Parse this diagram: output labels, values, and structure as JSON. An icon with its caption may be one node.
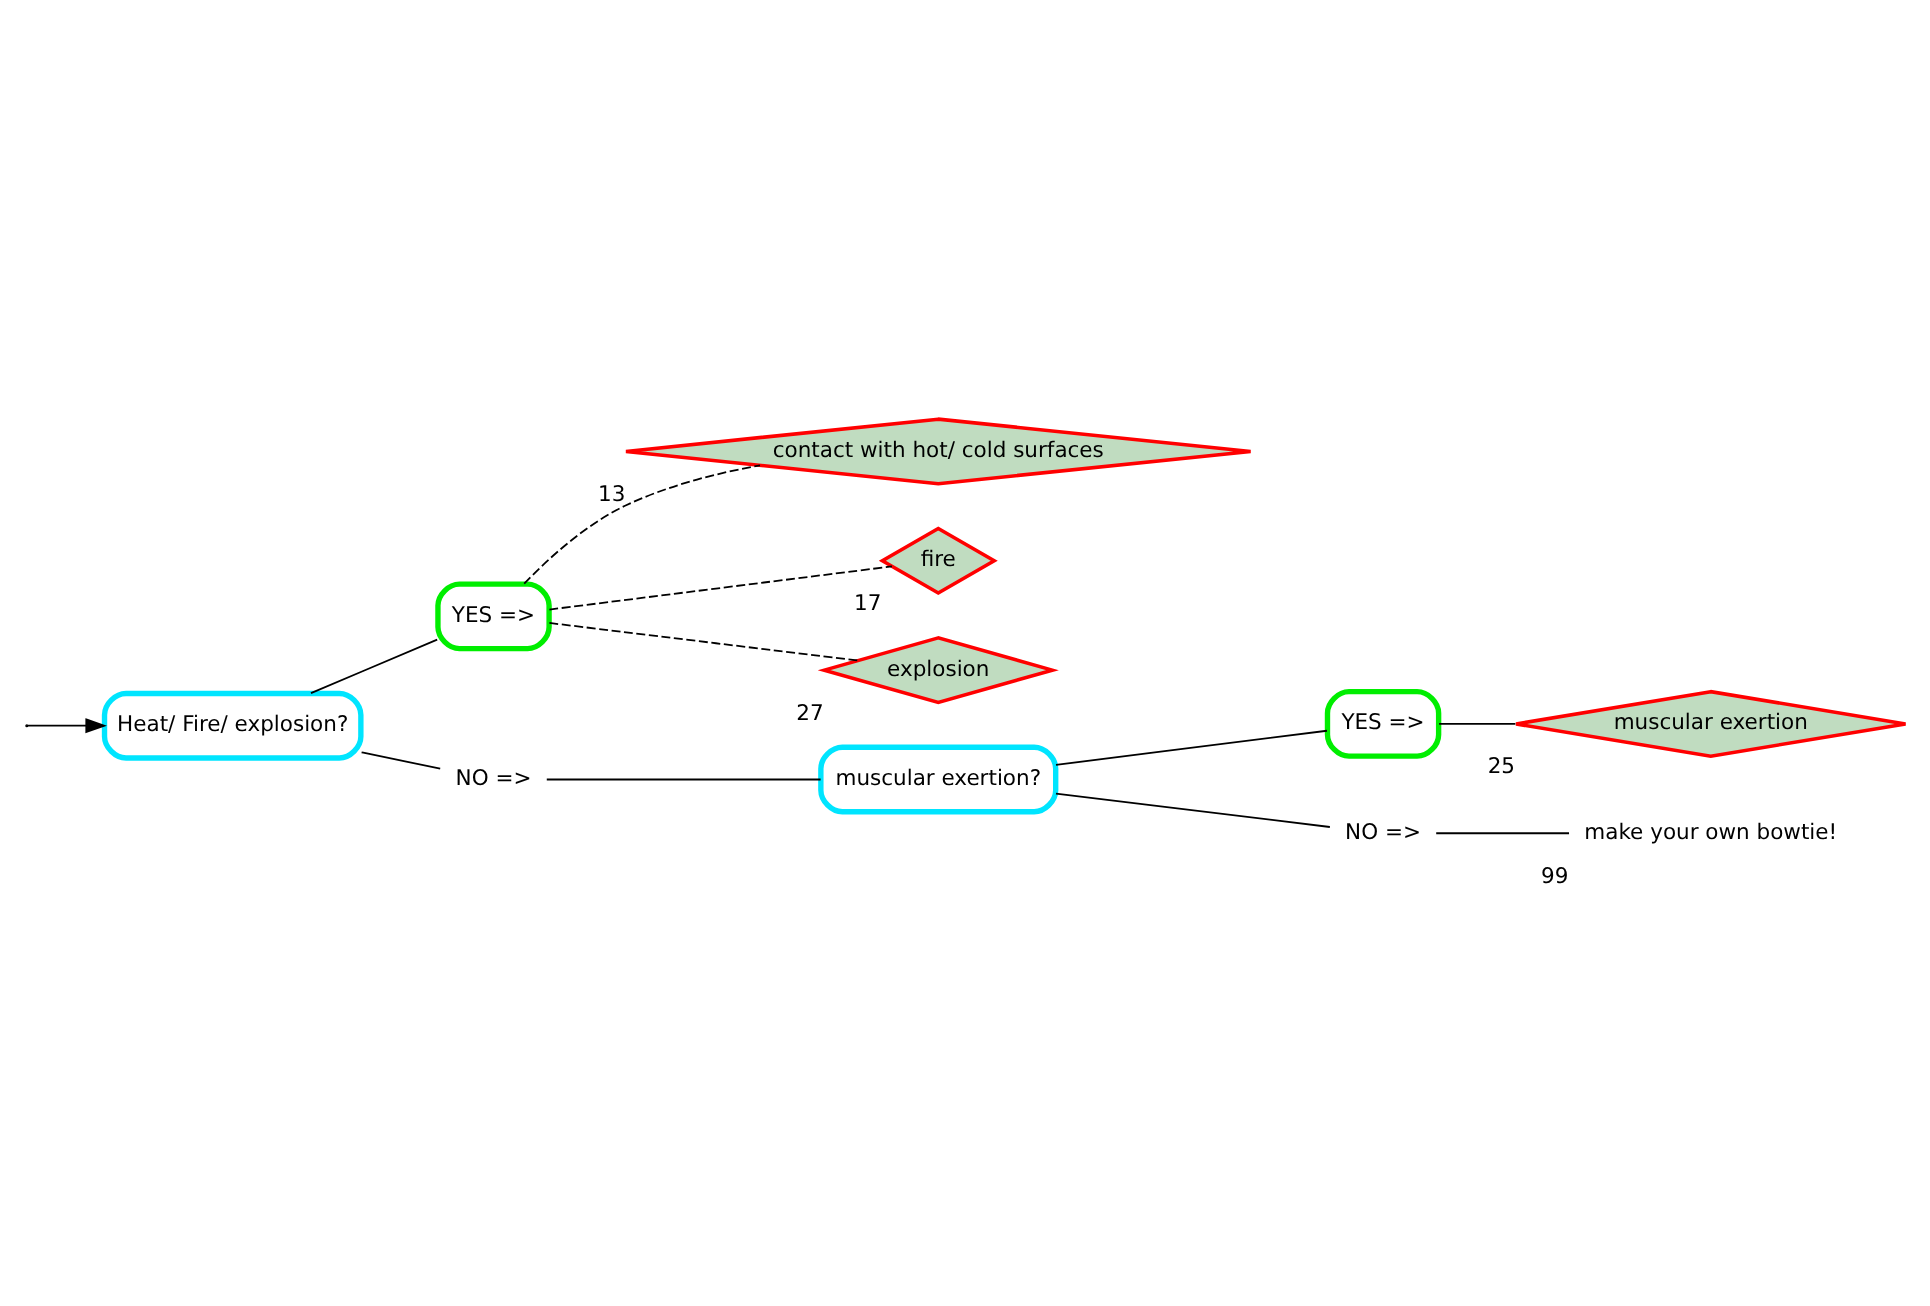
{
  "diagram": {
    "nodes": [
      {
        "text": [
          "Heat/ Fire/ explosion?"
        ]
      },
      {
        "text": [
          "YES =>"
        ]
      },
      {
        "text": [
          "contact with hot/ cold surfaces"
        ],
        "beside": [
          "13"
        ]
      },
      {
        "text": [
          "fire"
        ],
        "beside": [
          "17"
        ]
      },
      {
        "text": [
          "explosion"
        ],
        "beside": [
          "27"
        ]
      },
      {
        "text": [
          "NO =>"
        ]
      },
      {
        "text": [
          "muscular exertion?"
        ]
      },
      {
        "text": [
          "YES =>"
        ]
      },
      {
        "text": [
          "muscular exertion"
        ],
        "beside": [
          "25"
        ]
      },
      {
        "text": [
          "NO =>"
        ]
      },
      {
        "text": [
          "make your own bowtie!"
        ],
        "beside": [
          "99"
        ]
      }
    ],
    "edges": [
      {
        "from": null,
        "to": 0,
        "arrow": "to"
      },
      {
        "from": 0,
        "to": 1,
        "arrow": "none"
      },
      {
        "from": 0,
        "to": 5,
        "arrow": "none"
      },
      {
        "from": 1,
        "to": 2,
        "arrow": "none",
        "style": "dashed"
      },
      {
        "from": 1,
        "to": 3,
        "arrow": "none",
        "style": "dashed"
      },
      {
        "from": 1,
        "to": 4,
        "arrow": "none",
        "style": "dashed"
      },
      {
        "from": 5,
        "to": 6,
        "arrow": "none"
      },
      {
        "from": 6,
        "to": 7,
        "arrow": "none"
      },
      {
        "from": 6,
        "to": 9,
        "arrow": "none"
      },
      {
        "from": 7,
        "to": 8,
        "arrow": "none"
      },
      {
        "from": 9,
        "to": 10,
        "arrow": "none"
      }
    ]
  }
}
